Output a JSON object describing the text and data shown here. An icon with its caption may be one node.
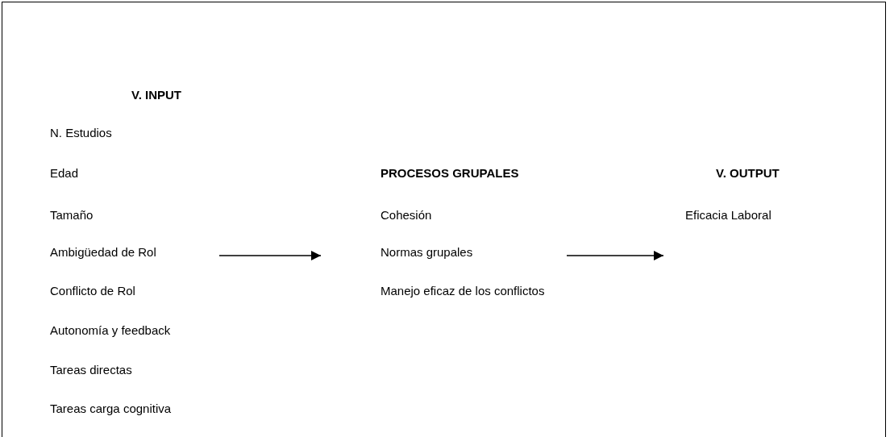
{
  "diagram": {
    "nodes": [
      {
        "text": [
          "V. INPUT",
          "N. Estudios",
          "Edad",
          "Tamaño",
          "Ambigüedad de Rol",
          "Conflicto de Rol",
          "Autonomía y feedback",
          "Tareas directas",
          "Tareas carga cognitiva"
        ]
      },
      {
        "text": [
          "PROCESOS GRUPALES",
          "Cohesión",
          "Normas grupales",
          "Manejo eficaz de los conflictos"
        ]
      },
      {
        "text": [
          "V. OUTPUT",
          "Eficacia Laboral"
        ]
      }
    ],
    "edges": [
      {
        "from": 0,
        "to": 1,
        "arrow": "to"
      },
      {
        "from": 1,
        "to": 2,
        "arrow": "to"
      }
    ]
  }
}
